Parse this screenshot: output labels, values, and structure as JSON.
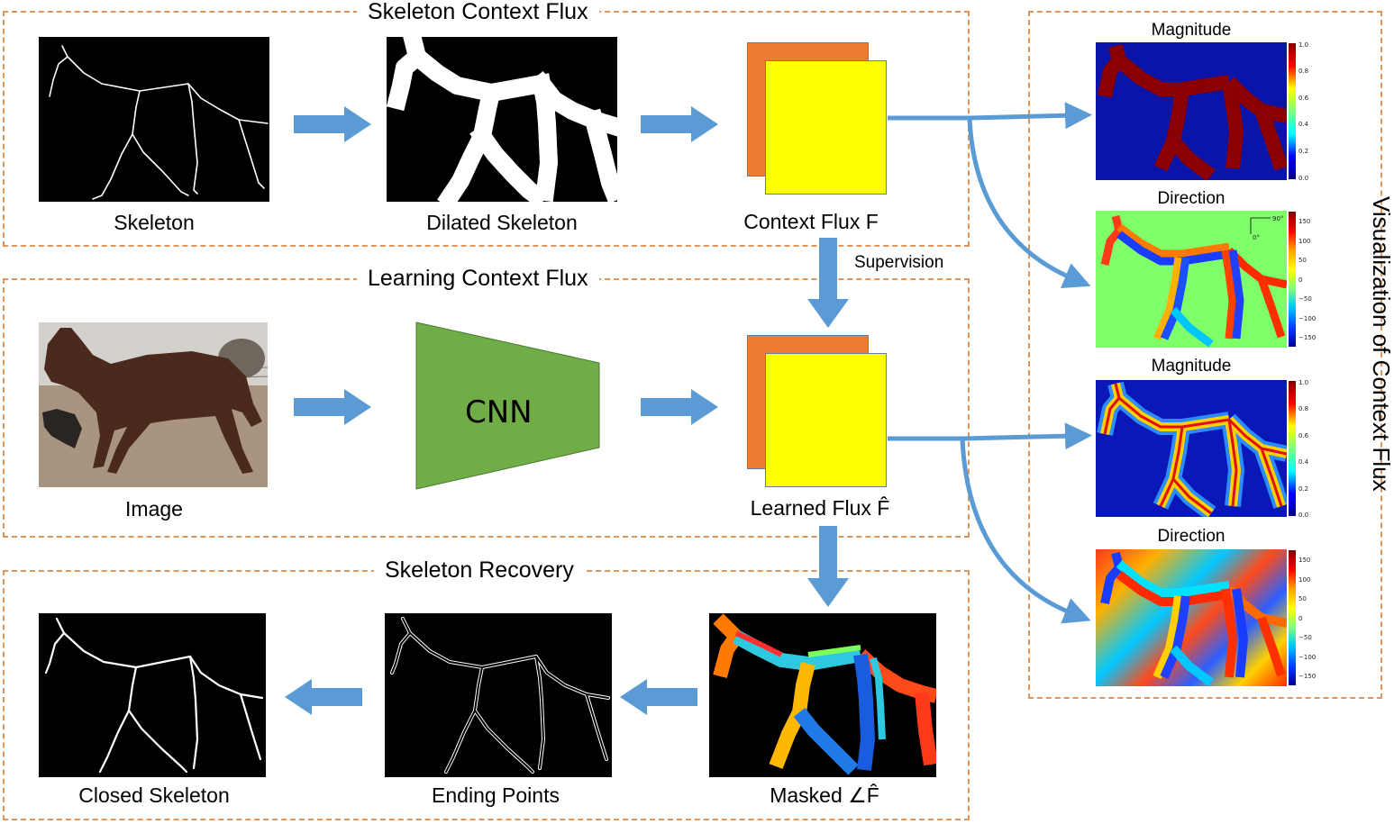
{
  "panels": {
    "skeleton_context_flux": "Skeleton Context Flux",
    "learning_context_flux": "Learning Context Flux",
    "skeleton_recovery": "Skeleton Recovery",
    "visualization": "Visualization of Context Flux"
  },
  "captions": {
    "skeleton": "Skeleton",
    "dilated_skeleton": "Dilated Skeleton",
    "context_flux": "Context Flux F",
    "image": "Image",
    "learned_flux": "Learned Flux F̂",
    "closed_skeleton": "Closed Skeleton",
    "ending_points": "Ending Points",
    "masked": "Masked ∠F̂"
  },
  "labels": {
    "cnn": "CNN",
    "supervision": "Supervision"
  },
  "vis": {
    "magnitude_1": "Magnitude",
    "direction_1": "Direction",
    "magnitude_2": "Magnitude",
    "direction_2": "Direction",
    "mag_ticks": [
      "1.0",
      "0.8",
      "0.6",
      "0.4",
      "0.2",
      "0.0"
    ],
    "dir_ticks": [
      "150",
      "100",
      "50",
      "0",
      "−50",
      "−100",
      "−150"
    ],
    "axis_90": "90°",
    "axis_0": "0°"
  },
  "colors": {
    "arrow": "#5b9bd5",
    "panel_border": "#e0965a",
    "flux_front": "#ffff00",
    "flux_back": "#ed7d31",
    "cnn": "#70ad47"
  }
}
